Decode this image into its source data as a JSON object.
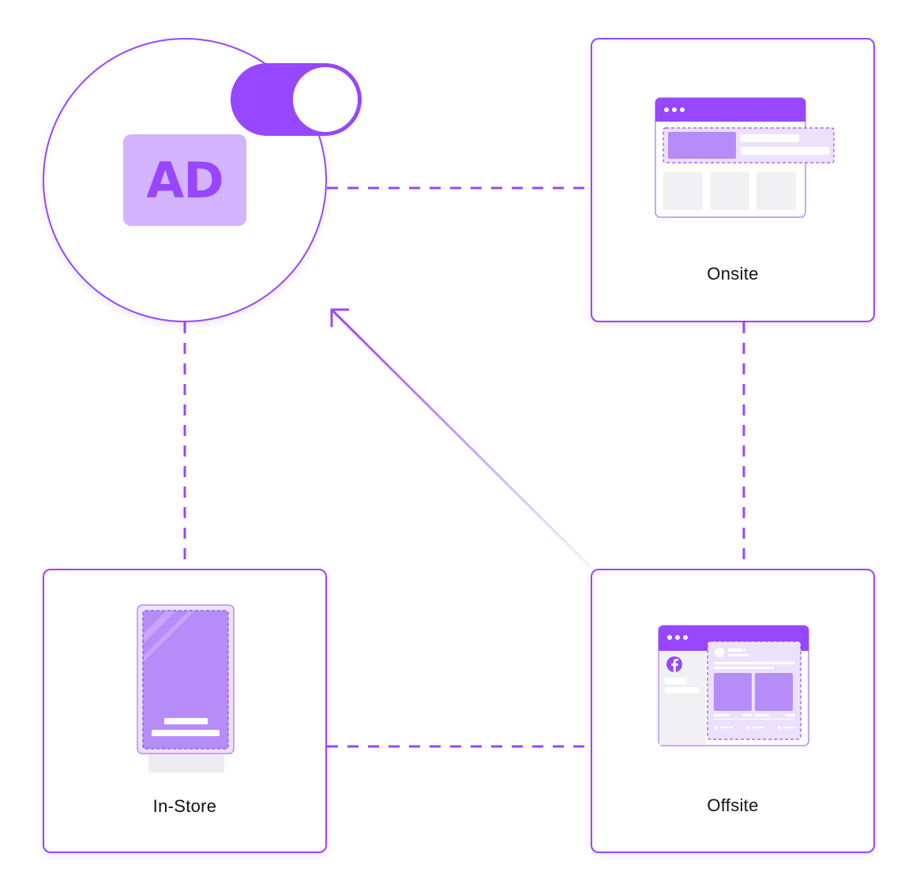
{
  "ad_block": {
    "badge_text": "AD",
    "toggle_state": "on"
  },
  "channels": {
    "onsite": {
      "label": "Onsite"
    },
    "offsite": {
      "label": "Offsite"
    },
    "in_store": {
      "label": "In-Store"
    }
  },
  "colors": {
    "accent": "#9747ff",
    "accent_light": "#d4b3ff",
    "mock_fill": "#b68cf9",
    "mock_tint": "#ede2fe",
    "neutral_block": "#f1f1f3"
  }
}
